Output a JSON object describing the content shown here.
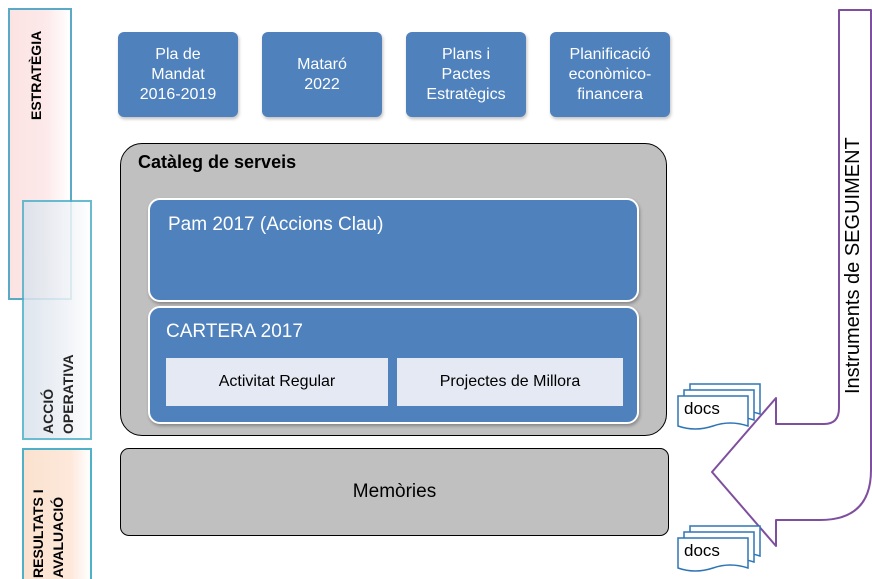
{
  "phases": {
    "estrategia": "ESTRATÈGIA",
    "accio_line1": "ACCIÓ",
    "accio_line2": "OPERATIVA",
    "resultats_line1": "RESULTATS I",
    "resultats_line2": "AVALUACIÓ"
  },
  "top_boxes": [
    "Pla de\nMandat\n2016-2019",
    "Mataró\n2022",
    "Plans i\nPactes\nEstratègics",
    "Planificació\neconòmico-\nfinancera"
  ],
  "cataleg": {
    "title": "Catàleg de serveis",
    "pam": "Pam 2017 (Accions Clau)",
    "cartera": "CARTERA 2017",
    "activitat": "Activitat Regular",
    "projectes": "Projectes de Millora"
  },
  "memories": "Memòries",
  "docs_1": "docs",
  "docs_2": "docs",
  "seguiment_label": "Instruments de SEGUIMENT",
  "colors": {
    "box_blue": "#4f81bd",
    "container_gray": "#c0c0c0",
    "arrow_outline": "#7f4f9f",
    "phase_border": "#4fb1c8"
  }
}
